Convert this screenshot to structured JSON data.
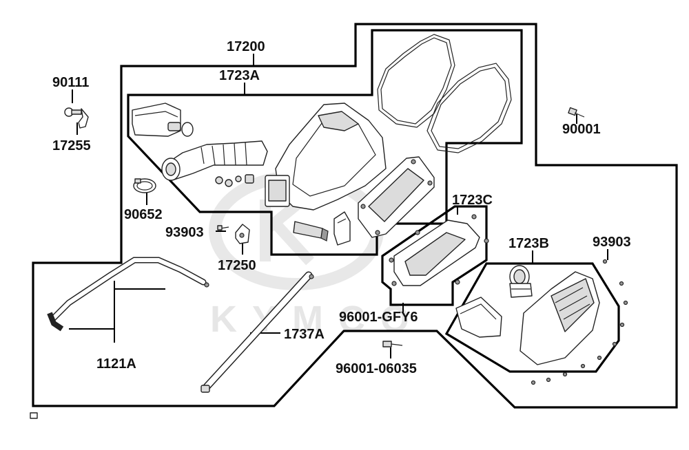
{
  "watermark": "KYMCO",
  "labels": {
    "l17200": "17200",
    "l1723A": "1723A",
    "l90111": "90111",
    "l17255": "17255",
    "l90001": "90001",
    "l90652": "90652",
    "l93903a": "93903",
    "l17250": "17250",
    "l1723C": "1723C",
    "l1723B": "1723B",
    "l93903b": "93903",
    "l96001GFY6": "96001-GFY6",
    "l1737A": "1737A",
    "l1121A": "1121A",
    "l9600106035": "96001-06035"
  }
}
